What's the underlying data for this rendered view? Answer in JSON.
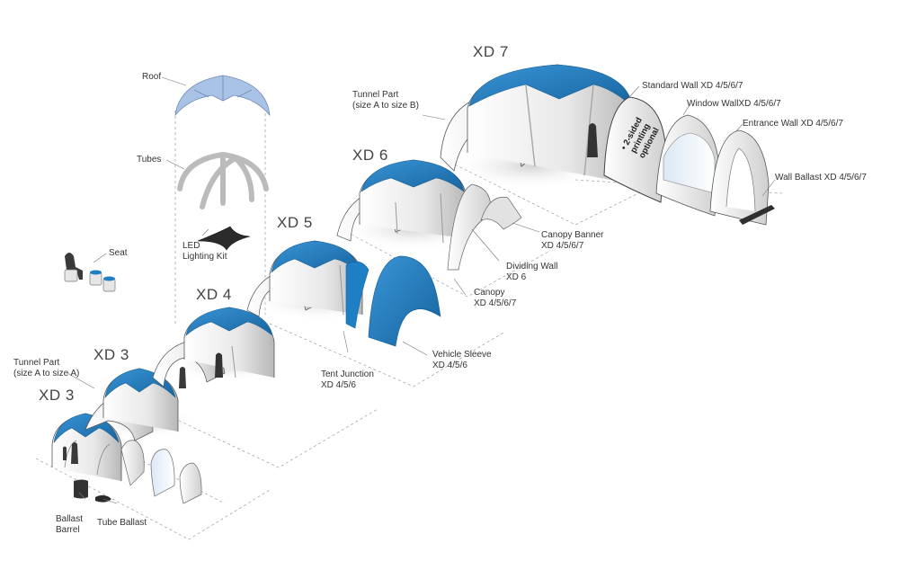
{
  "size_labels": {
    "xd3_front": "XD 3",
    "xd3_back": "XD 3",
    "xd4": "XD 4",
    "xd5": "XD 5",
    "xd6": "XD 6",
    "xd7": "XD 7"
  },
  "labels": {
    "roof": "Roof",
    "tubes": "Tubes",
    "led_line1": "LED",
    "led_line2": "Lighting Kit",
    "seat": "Seat",
    "tunnel_small_line1": "Tunnel Part",
    "tunnel_small_line2": "(size A to size A)",
    "tunnel_large_line1": "Tunnel Part",
    "tunnel_large_line2": "(size A to size B)",
    "ballast_barrel_line1": "Ballast",
    "ballast_barrel_line2": "Barrel",
    "tube_ballast": "Tube Ballast",
    "tent_junction_line1": "Tent Junction",
    "tent_junction_line2": "XD 4/5/6",
    "vehicle_sleeve_line1": "Vehicle Sleeve",
    "vehicle_sleeve_line2": "XD 4/5/6",
    "canopy_line1": "Canopy",
    "canopy_line2": "XD 4/5/6/7",
    "dividing_wall_line1": "Dividing Wall",
    "dividing_wall_line2": "XD 6",
    "canopy_banner_line1": "Canopy Banner",
    "canopy_banner_line2": "XD 4/5/6/7",
    "standard_wall": "Standard Wall XD 4/5/6/7",
    "window_wall": "Window WallXD 4/5/6/7",
    "entrance_wall": "Entrance Wall XD 4/5/6/7",
    "wall_ballast": "Wall Ballast XD 4/5/6/7",
    "print_line1": "• 2-sided",
    "print_line2": "printing",
    "print_line3": "optional"
  },
  "colors": {
    "roof_blue": "#1f7fc4",
    "roof_light": "#a9c3e6",
    "frame_grey": "#e4e4e4",
    "line": "#555555"
  }
}
